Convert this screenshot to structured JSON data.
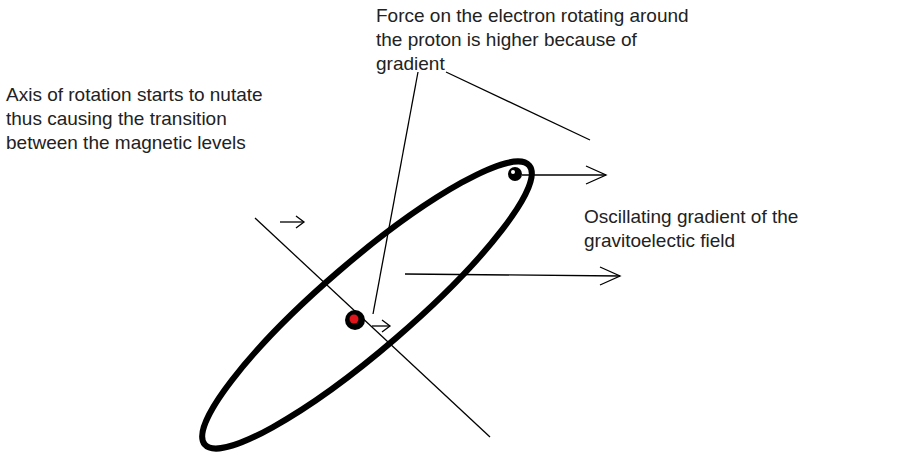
{
  "diagram": {
    "labels": [
      "Force on the electron rotating around the proton is higher because of gradient",
      "Axis of rotation starts to nutate thus causing the transition between the magnetic levels",
      "Oscillating gradient of the gravitoelectic field"
    ]
  }
}
